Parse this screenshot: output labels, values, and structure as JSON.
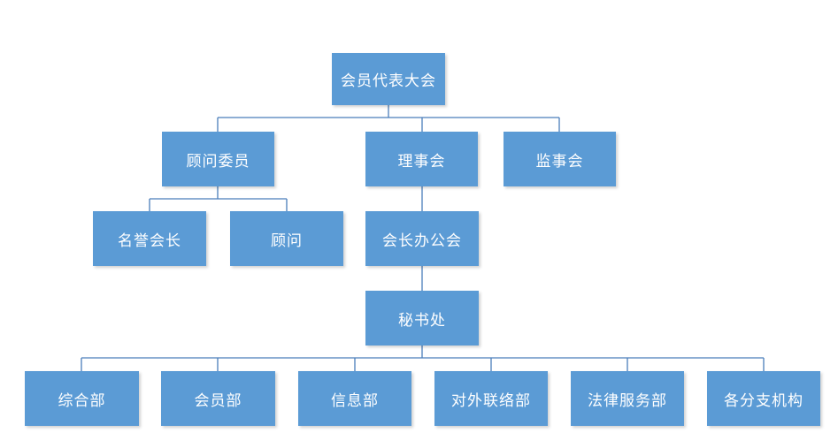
{
  "org_chart": {
    "nodes": {
      "root": {
        "label": "会员代表大会"
      },
      "advisory_committee": {
        "label": "顾问委员"
      },
      "council": {
        "label": "理事会"
      },
      "supervisory_board": {
        "label": "监事会"
      },
      "honorary_president": {
        "label": "名誉会长"
      },
      "advisor": {
        "label": "顾问"
      },
      "president_office": {
        "label": "会长办公会"
      },
      "secretariat": {
        "label": "秘书处"
      },
      "general_dept": {
        "label": "综合部"
      },
      "membership_dept": {
        "label": "会员部"
      },
      "information_dept": {
        "label": "信息部"
      },
      "external_liaison_dept": {
        "label": "对外联络部"
      },
      "legal_service_dept": {
        "label": "法律服务部"
      },
      "branches": {
        "label": "各分支机构"
      }
    },
    "edges": [
      [
        "会员代表大会",
        "顾问委员"
      ],
      [
        "会员代表大会",
        "理事会"
      ],
      [
        "会员代表大会",
        "监事会"
      ],
      [
        "顾问委员",
        "名誉会长"
      ],
      [
        "顾问委员",
        "顾问"
      ],
      [
        "理事会",
        "会长办公会"
      ],
      [
        "会长办公会",
        "秘书处"
      ],
      [
        "秘书处",
        "综合部"
      ],
      [
        "秘书处",
        "会员部"
      ],
      [
        "秘书处",
        "信息部"
      ],
      [
        "秘书处",
        "对外联络部"
      ],
      [
        "秘书处",
        "法律服务部"
      ],
      [
        "秘书处",
        "各分支机构"
      ]
    ],
    "colors": {
      "box_fill": "#5b9bd5",
      "line": "#4a7ebb",
      "text": "#ffffff",
      "background": "#ffffff"
    }
  }
}
